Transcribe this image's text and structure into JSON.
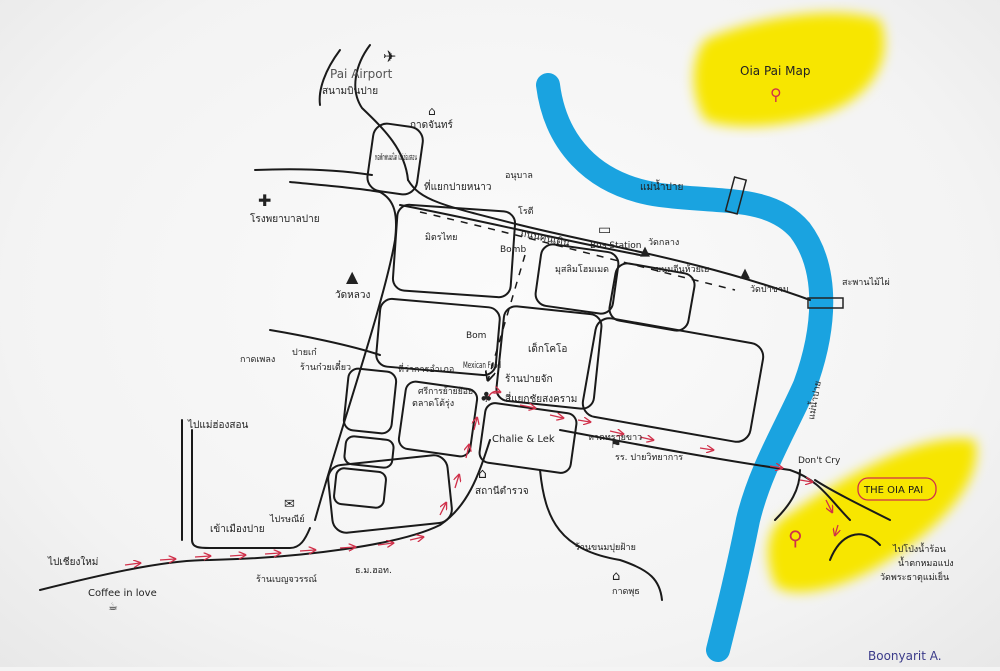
{
  "map_title": "Oia Pai Map",
  "colors": {
    "river": "#1aa3e0",
    "highlight": "#f7e600",
    "route": "#d0304a",
    "ink": "#1a1a1a"
  },
  "landmarks": {
    "airport_en": "Pai Airport",
    "airport_th": "สนามบินปาย",
    "kad_chan": "กาดจันทร์",
    "hospital": "โรงพยาบาลปาย",
    "wat_luang": "วัดหลวง",
    "to_mae_hong_son": "ไปแม่ฮ่องสอน",
    "to_chiang_mai": "ไปเชียงใหม่",
    "coffee_in_love": "Coffee in love",
    "enter_pai": "เข้าเมืองปาย",
    "post_office": "ไปรษณีย์",
    "benjawan_shop": "ร้านเบญจวรรณ์",
    "bank_bottom": "ธ.ม.ฮอท.",
    "police": "สถานีตำรวจ",
    "charlie_lek": "Chalie & Lek",
    "bom": "Bom",
    "mexican_food": "Mexican Food",
    "district_office": "ที่ว่าการอำเภอ",
    "dek_ko": "เด็กโคโอ",
    "pai_shop": "ร้านปายจัก",
    "intersection": "สี่แยกชัยสงคราม",
    "mitthai": "มิตรไทย",
    "bomb": "Bomb",
    "walking_street": "ถนนคนเดิน",
    "pai_intersection": "ที่แยกปายหนาว",
    "kindergarten": "อนุบาล",
    "roti": "โรตี",
    "bus_station": "Bus Station",
    "wat_klang": "วัดกลาง",
    "khanom_jeen": "ขนมจีนห้วยเย",
    "muslim_food": "มุสลิมโฮมเมด",
    "river_north": "แม่น้ำปาย",
    "wat_pa_kham": "วัดป่าขาม",
    "bamboo_bridge": "สะพานไม้ไผ่",
    "river_south": "แม่น้ำปาย",
    "dont_cry": "Don't Cry",
    "the_oia_pai": "THE OIA PAI",
    "to_hot_spring": "ไปโป่งน้ำร้อน",
    "to_waterfall": "น้ำตกหมอแปง",
    "to_wat_phra_that": "วัดพระธาตุแม่เย็น",
    "pai_school": "รร. ปายวิทยาการ",
    "hat_sai": "หาดทรายขาว",
    "kad_phut": "กาดพุธ",
    "shop_south": "ร้านขนมปุยฝ้าย",
    "kad_pleng": "กาดเพลง",
    "pai_ko": "ปายเก๋",
    "restaurant_west": "ร้านก๋วยเตี๋ยว",
    "night_market": "ตลาดโต้รุ่ง",
    "hotel_block": "หอพักพนมนิด แม่ฮ่องสอน",
    "si_kan": "ศรีการย้ายย้อย"
  },
  "signature": "Boonyarit A."
}
